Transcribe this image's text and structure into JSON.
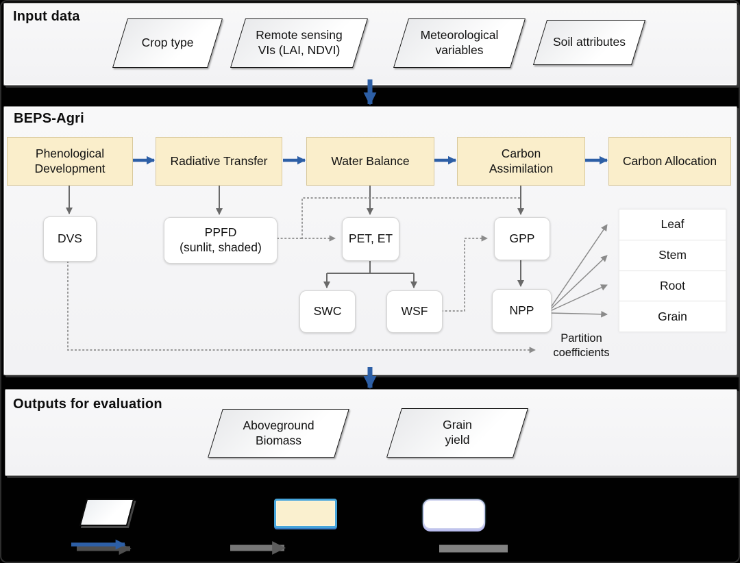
{
  "figure": {
    "input_panel": {
      "title": "Input data",
      "items": [
        {
          "line1": "Crop type"
        },
        {
          "line1": "Remote sensing",
          "line2": "VIs (LAI, NDVI)"
        },
        {
          "line1": "Meteorological",
          "line2": "variables"
        },
        {
          "line1": "Soil attributes"
        }
      ]
    },
    "model_panel": {
      "title": "BEPS-Agri",
      "modules": [
        {
          "line1": "Phenological",
          "line2": "Development"
        },
        {
          "line1": "Radiative Transfer"
        },
        {
          "line1": "Water Balance"
        },
        {
          "line1": "Carbon",
          "line2": "Assimilation"
        },
        {
          "line1": "Carbon Allocation"
        }
      ],
      "variables": [
        {
          "line1": "DVS"
        },
        {
          "line1": "PPFD",
          "line2": "(sunlit, shaded)"
        },
        {
          "line1": "PET, ET"
        },
        {
          "line1": "GPP"
        },
        {
          "line1": "SWC"
        },
        {
          "line1": "WSF"
        },
        {
          "line1": "NPP"
        }
      ],
      "allocation_pools": [
        "Leaf",
        "Stem",
        "Root",
        "Grain"
      ],
      "annotation": {
        "line1": "Partition",
        "line2": "coefficients"
      }
    },
    "outputs_panel": {
      "title": "Outputs for evaluation",
      "items": [
        {
          "line1": "Aboveground",
          "line2": "Biomass"
        },
        {
          "line1": "Grain",
          "line2": "yield"
        }
      ]
    },
    "colors": {
      "background": "#000000",
      "panel_fill": "#f4f4f5",
      "module_fill": "#faeecb",
      "module_border": "#d8c89b",
      "accent_blue": "#2d5fa6",
      "connector_gray": "#696969",
      "dashed_gray": "#8b8b8b",
      "legend_module_border": "#45a4da"
    }
  }
}
